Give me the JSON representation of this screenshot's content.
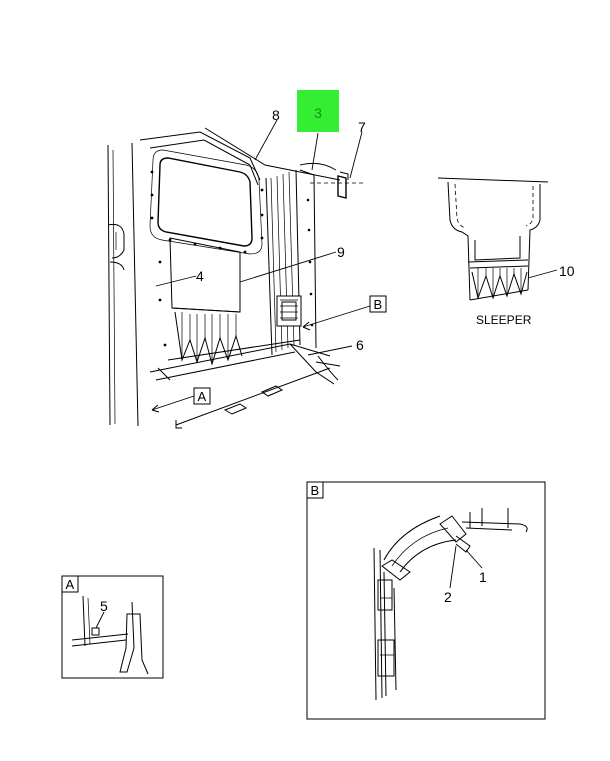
{
  "callouts": {
    "c1": "1",
    "c2": "2",
    "c3": "3",
    "c4": "4",
    "c5": "5",
    "c6": "6",
    "c7": "7",
    "c8": "8",
    "c9": "9",
    "c10": "10"
  },
  "views": {
    "a_ref": "A",
    "b_ref": "B",
    "a_detail": "A",
    "b_detail": "B"
  },
  "captions": {
    "sleeper": "SLEEPER"
  },
  "colors": {
    "highlight": "#33ee33",
    "highlight_text": "#1a8f1a"
  }
}
